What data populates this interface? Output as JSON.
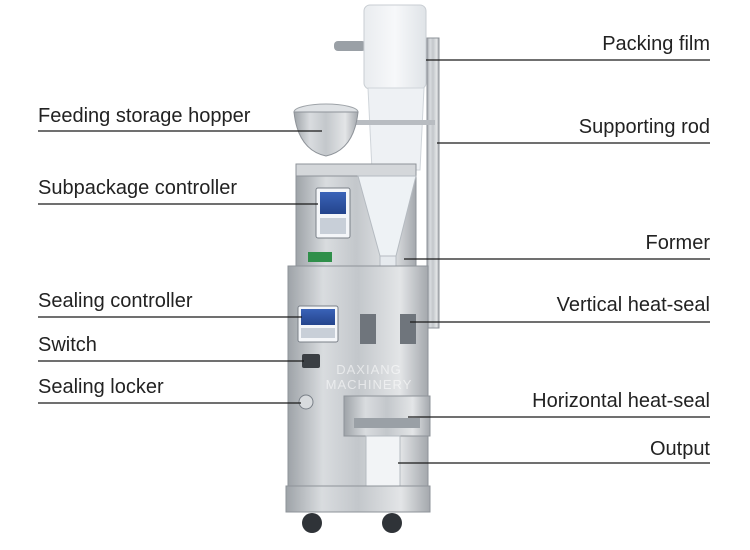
{
  "labels": {
    "left": [
      "Feeding storage hopper",
      "Subpackage controller",
      "Sealing controller",
      "Switch",
      "Sealing locker"
    ],
    "right": [
      "Packing film",
      "Supporting rod",
      "Former",
      "Vertical heat-seal",
      "Horizontal heat-seal",
      "Output"
    ]
  },
  "watermark": "DAXIANG MACHINERY",
  "colors": {
    "label_text": "#222222",
    "leader_line": "#1a1a1a",
    "machine_steel": "#c9cdd2"
  }
}
